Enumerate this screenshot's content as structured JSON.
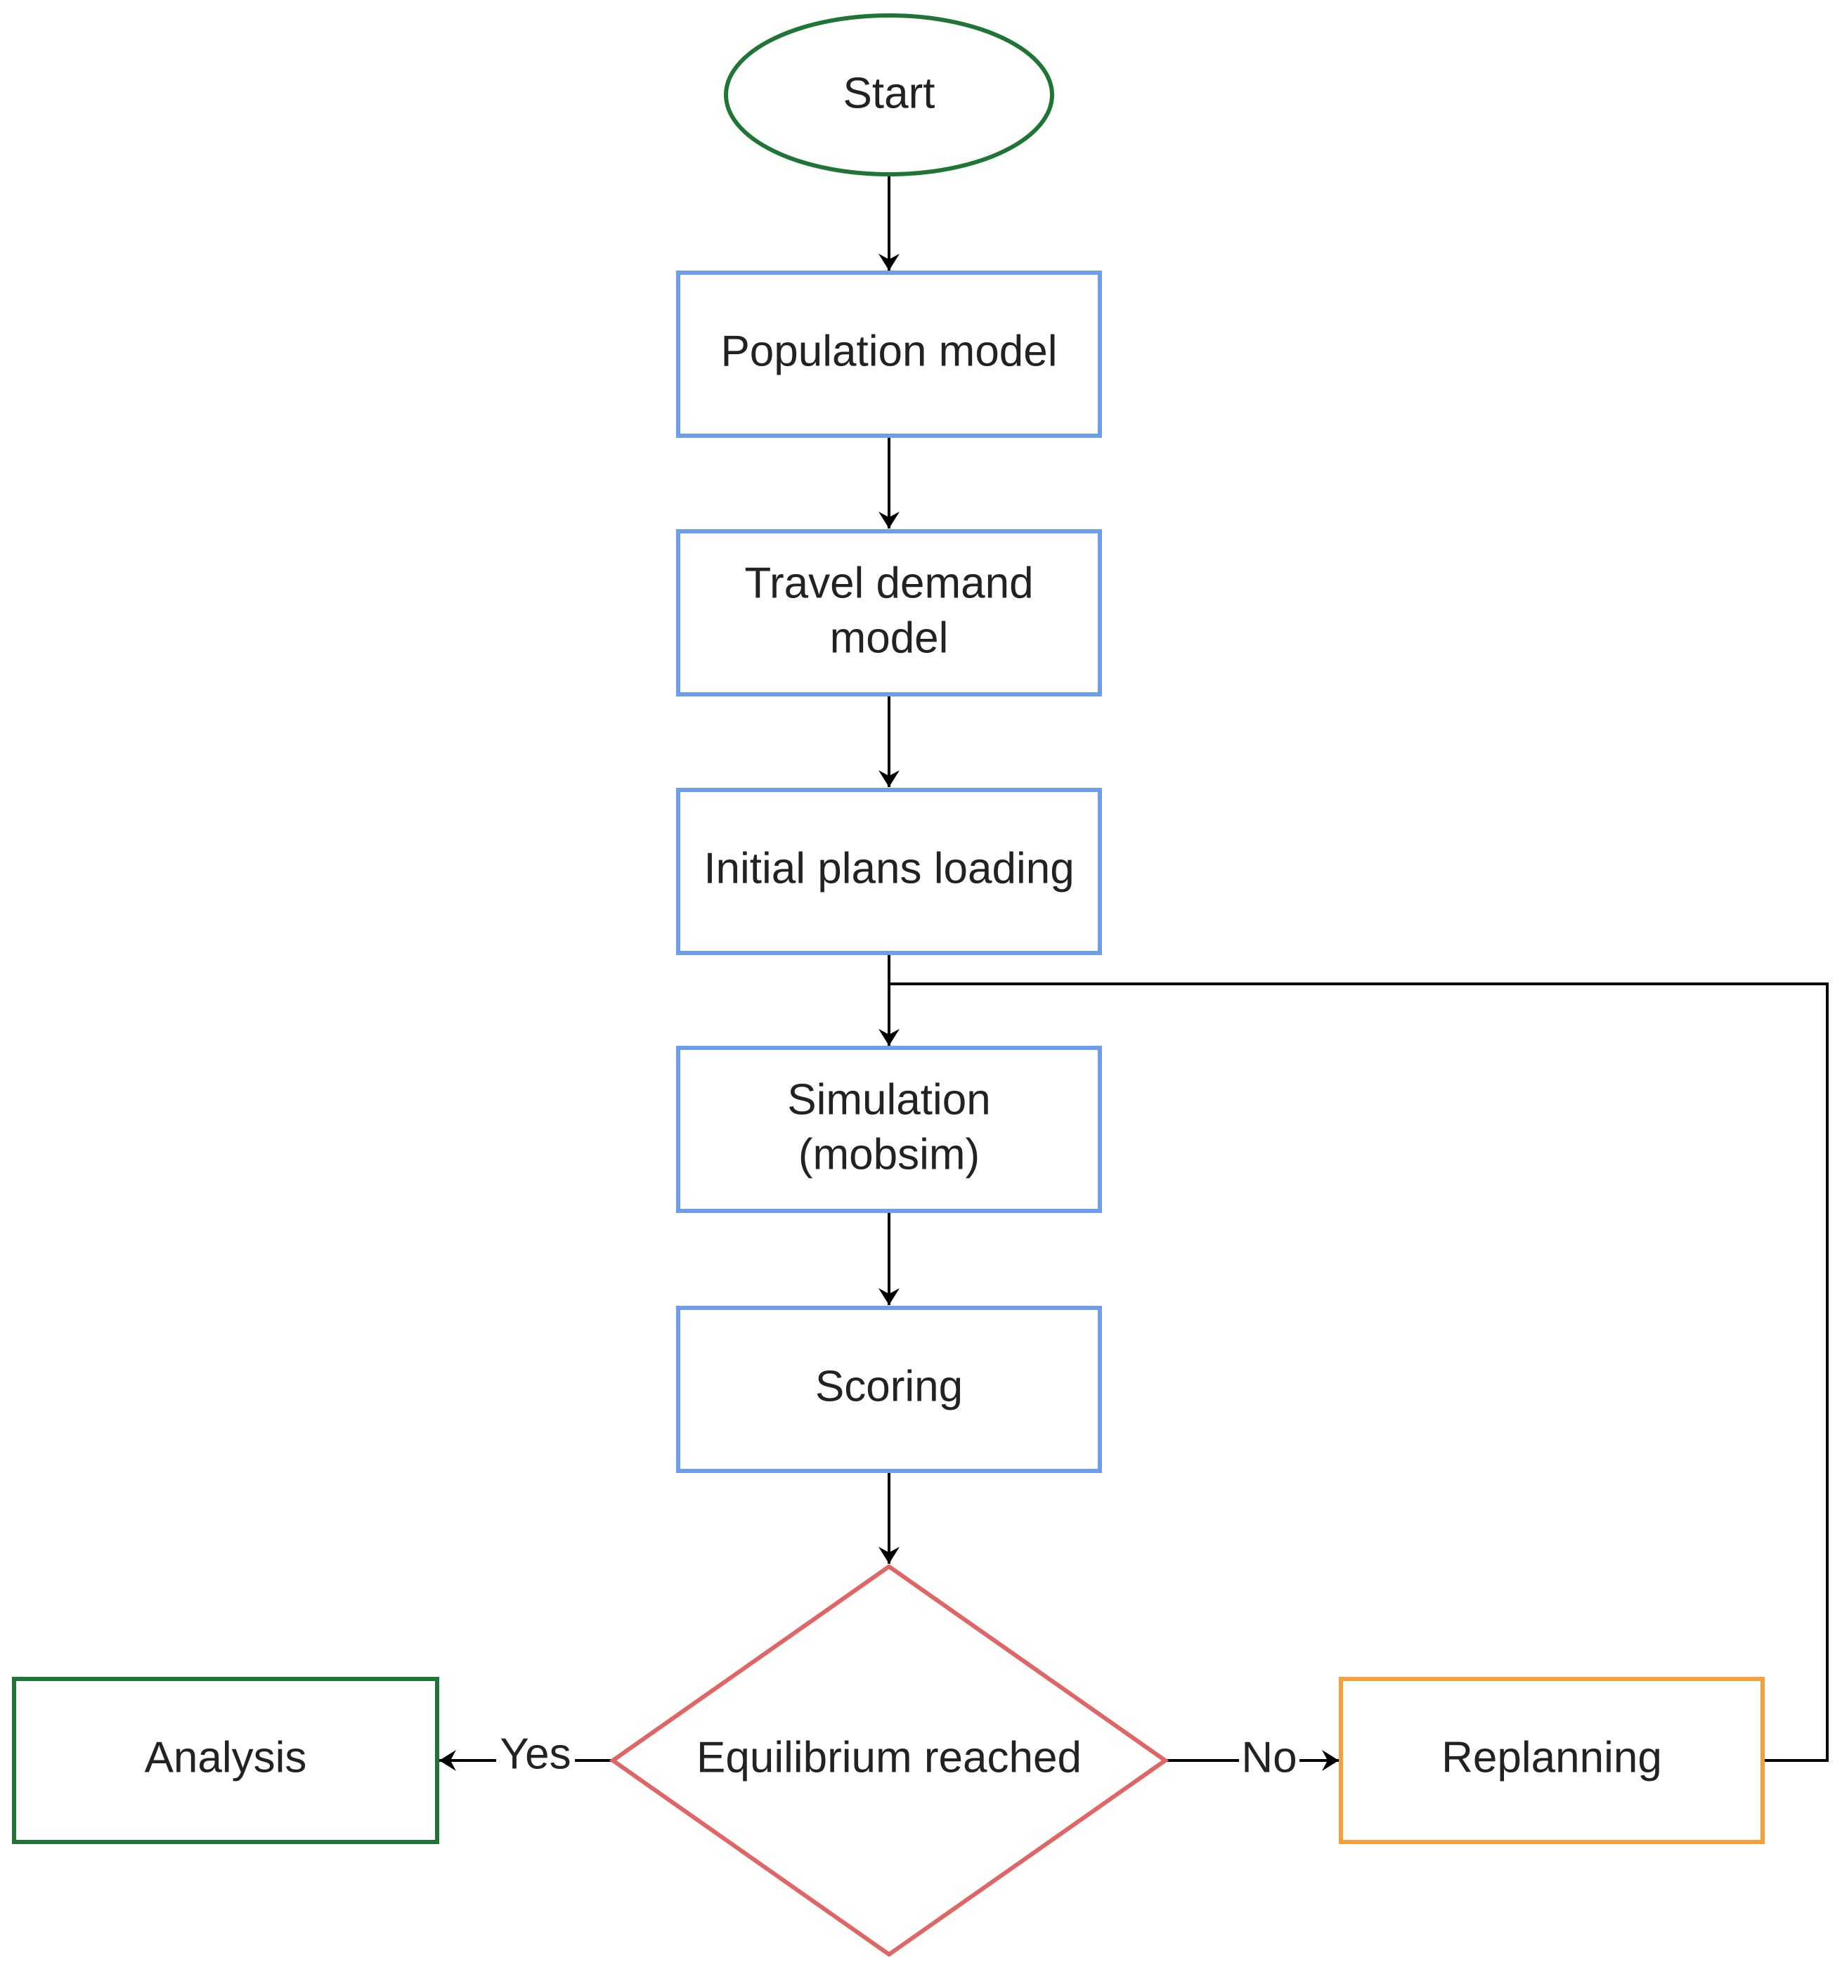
{
  "colors": {
    "terminal": "#1e7535",
    "process": "#6d9eeb",
    "decision": "#e06666",
    "replan": "#f6a03c",
    "edge": "#000000",
    "text": "#222222"
  },
  "nodes": {
    "start": {
      "label": "Start"
    },
    "population_model": {
      "label": "Population model"
    },
    "travel_demand_model": {
      "label_line1": "Travel demand",
      "label_line2": "model"
    },
    "initial_plans_loading": {
      "label": "Initial plans loading"
    },
    "simulation": {
      "label_line1": "Simulation",
      "label_line2": "(mobsim)"
    },
    "scoring": {
      "label": "Scoring"
    },
    "equilibrium": {
      "label": "Equilibrium reached"
    },
    "analysis": {
      "label": "Analysis"
    },
    "replanning": {
      "label": "Replanning"
    }
  },
  "edges": {
    "yes_label": "Yes",
    "no_label": "No"
  }
}
